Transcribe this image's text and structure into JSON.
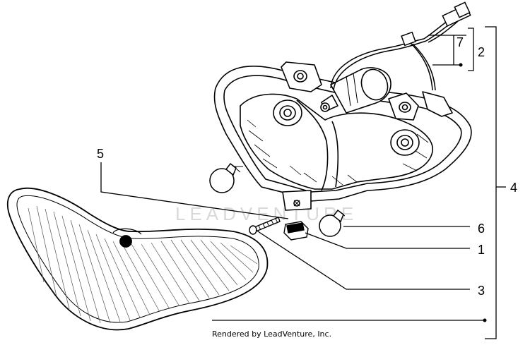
{
  "diagram": {
    "callouts": {
      "c1": "1",
      "c2": "2",
      "c3": "3",
      "c4": "4",
      "c5": "5",
      "c6": "6",
      "c7": "7"
    },
    "watermark": "LEADVENTURE",
    "credit": "Rendered by LeadVenture, Inc."
  }
}
